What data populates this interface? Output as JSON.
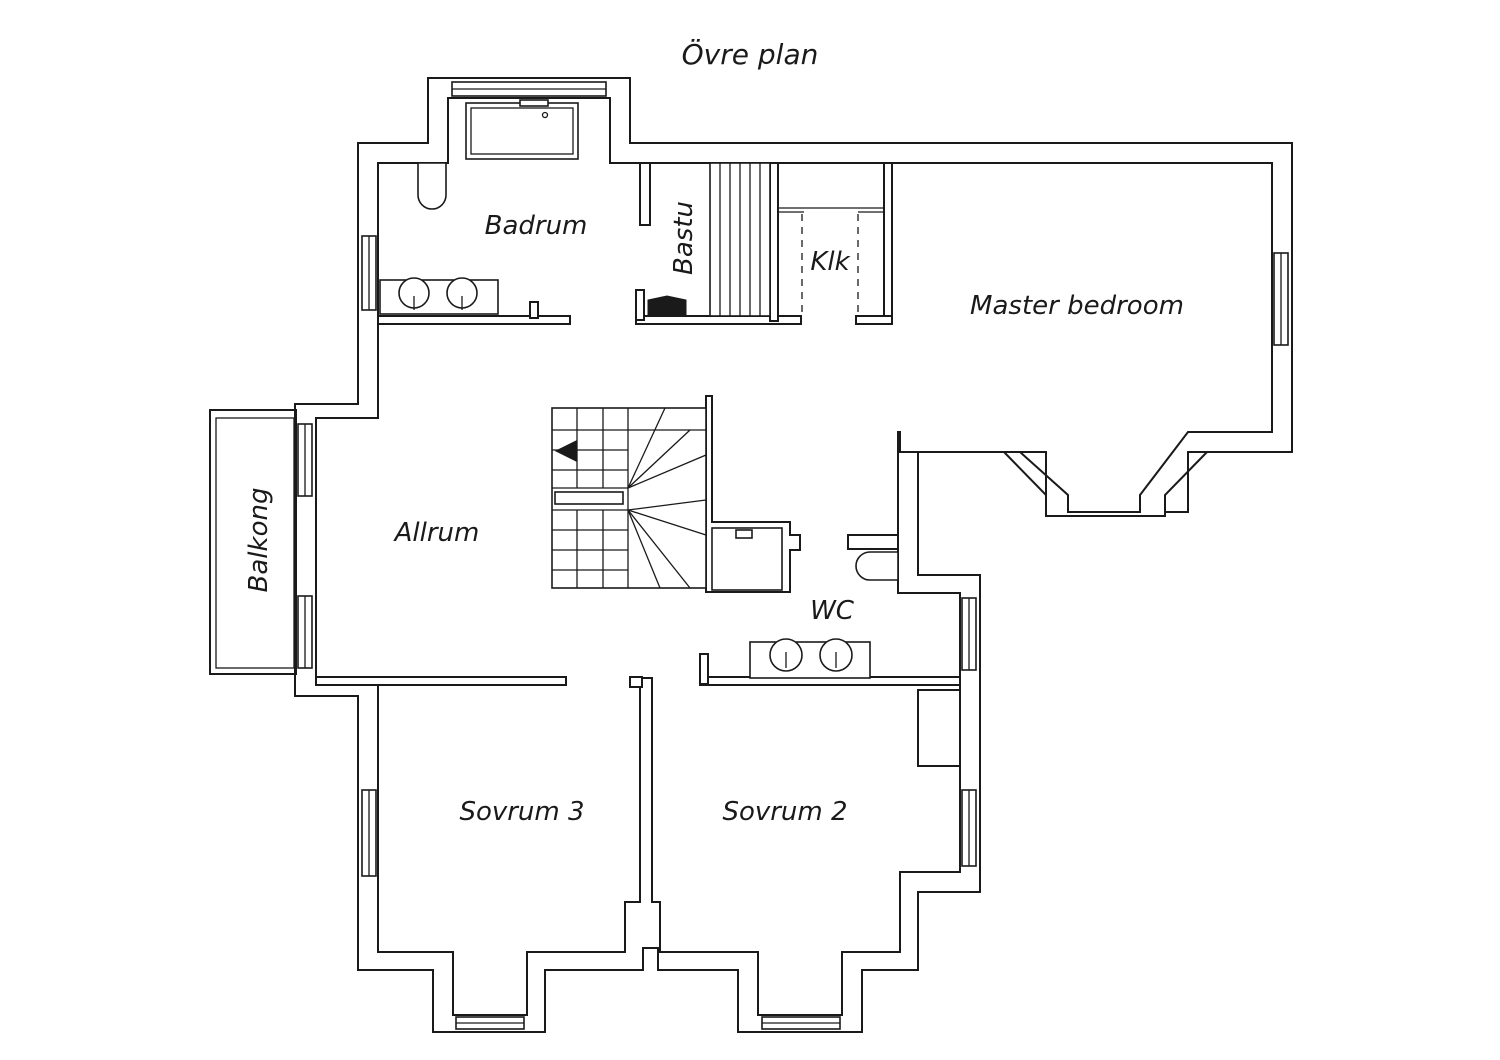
{
  "title": "Övre plan",
  "rooms": {
    "badrum": "Badrum",
    "bastu": "Bastu",
    "klk": "Klk",
    "master_bedroom": "Master bedroom",
    "allrum": "Allrum",
    "balkong": "Balkong",
    "wc": "WC",
    "sovrum3": "Sovrum 3",
    "sovrum2": "Sovrum 2"
  },
  "colors": {
    "ink": "#1a1a1a",
    "background": "#ffffff"
  }
}
